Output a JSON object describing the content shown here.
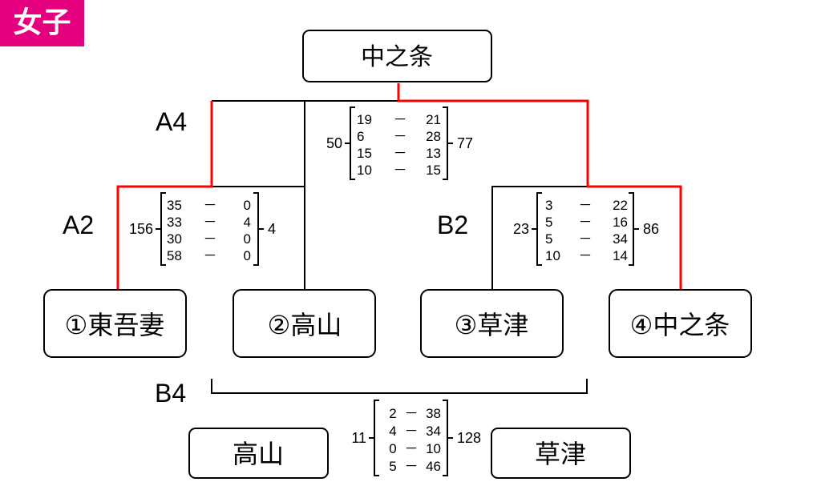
{
  "category": "女子",
  "champion": "中之条",
  "rounds": {
    "a4": "A4",
    "a2": "A2",
    "b2": "B2",
    "b4": "B4"
  },
  "teams": [
    "①東吾妻",
    "②高山",
    "③草津",
    "④中之条"
  ],
  "matches": {
    "a4": {
      "left_total": "50",
      "right_total": "77",
      "periods": [
        [
          "19",
          "21"
        ],
        [
          "6",
          "28"
        ],
        [
          "15",
          "13"
        ],
        [
          "10",
          "15"
        ]
      ]
    },
    "a2": {
      "left_total": "156",
      "right_total": "4",
      "periods": [
        [
          "35",
          "0"
        ],
        [
          "33",
          "4"
        ],
        [
          "30",
          "0"
        ],
        [
          "58",
          "0"
        ]
      ]
    },
    "b2": {
      "left_total": "23",
      "right_total": "86",
      "periods": [
        [
          "3",
          "22"
        ],
        [
          "5",
          "16"
        ],
        [
          "5",
          "34"
        ],
        [
          "10",
          "14"
        ]
      ]
    },
    "b4": {
      "left_team": "高山",
      "right_team": "草津",
      "left_total": "11",
      "right_total": "128",
      "periods": [
        [
          "2",
          "38"
        ],
        [
          "4",
          "34"
        ],
        [
          "0",
          "10"
        ],
        [
          "5",
          "46"
        ]
      ]
    }
  },
  "dash": "－",
  "colors": {
    "tag": "#e5007f",
    "winner_line": "#ff0000",
    "line": "#000000"
  }
}
